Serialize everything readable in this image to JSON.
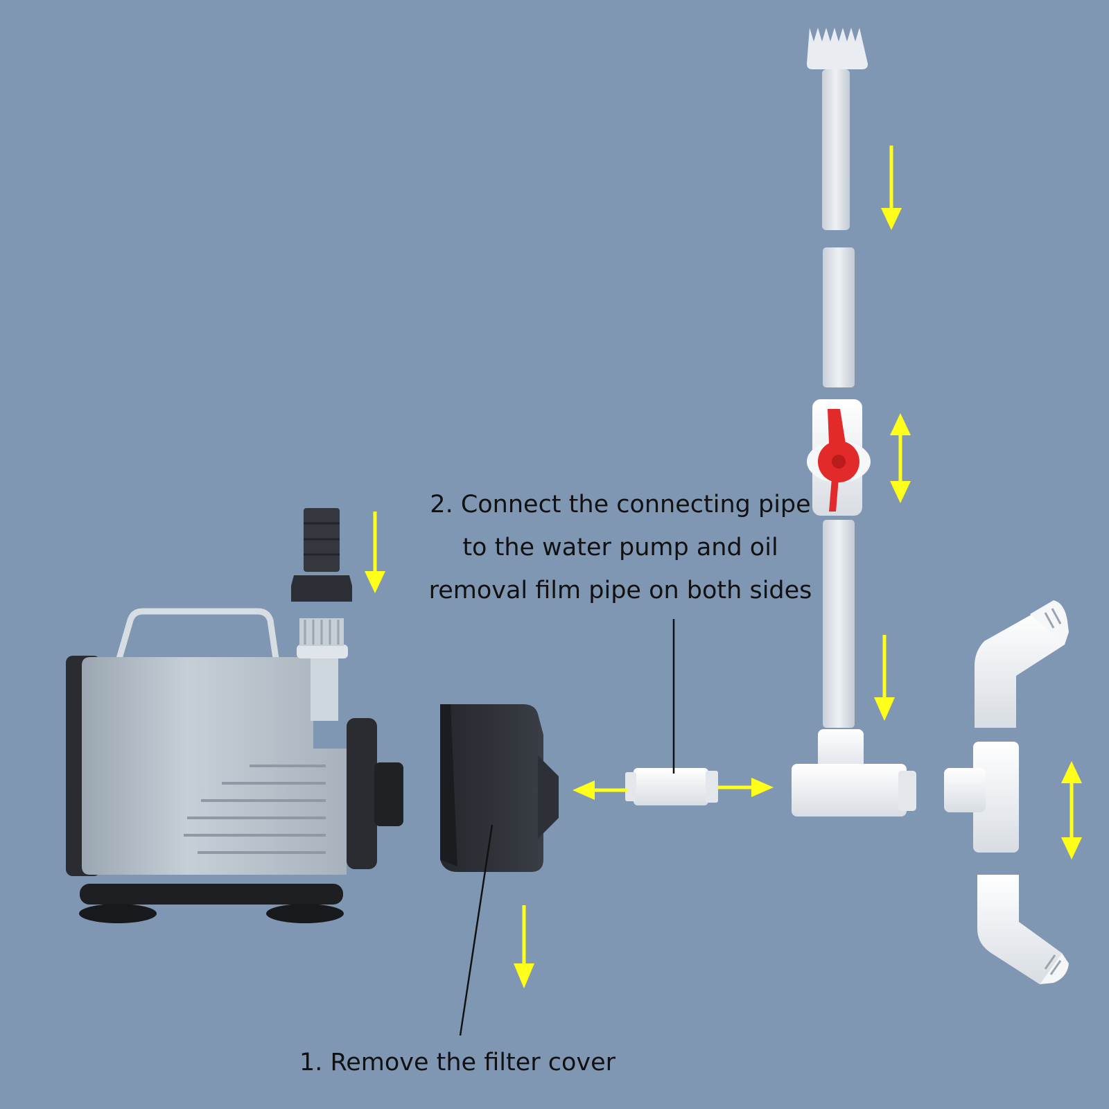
{
  "captions": {
    "step2_lines": [
      "2. Connect the connecting pipe",
      "to the water pump and oil",
      "removal film pipe on both sides"
    ],
    "step1": "1. Remove the filter cover"
  },
  "colors": {
    "background": "#8097b4",
    "arrow": "#ffff1a",
    "pump_body": "#b8c3cc",
    "pump_dark": "#2c2f35",
    "pipe": "#e6eaef",
    "fitting_white": "#f2f4f6",
    "valve_handle": "#e22a2a",
    "text": "#111111"
  },
  "parts": [
    "water-pump",
    "hose-barb-outlet",
    "filter-cover",
    "straight-connector",
    "tee-fitting",
    "pipe-segment",
    "ball-valve",
    "spray-head",
    "oil-skimmer-tee",
    "elbow-skimmer-inlet"
  ],
  "arrows": [
    "down",
    "down",
    "down",
    "left",
    "right",
    "down",
    "double-vertical",
    "double-vertical"
  ]
}
